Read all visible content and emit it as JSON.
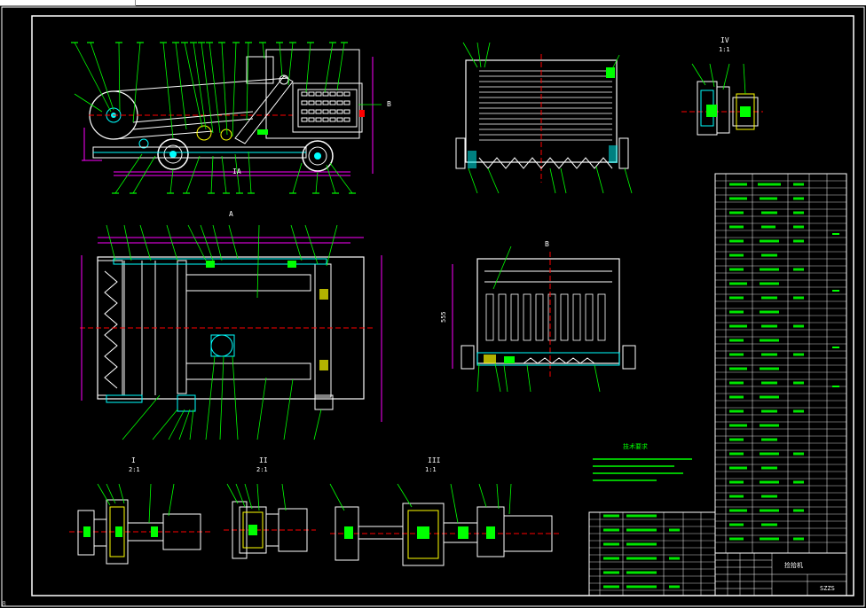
{
  "window": {
    "title": ""
  },
  "drawing": {
    "view_labels": {
      "section_a": "A",
      "section_ia": "IA",
      "section_b": "B",
      "detail_iv": "IV",
      "detail_iv_scale": "1:1",
      "detail_i": "I",
      "detail_i_scale": "2:1",
      "detail_ii": "II",
      "detail_ii_scale": "2:1",
      "detail_iii": "III",
      "detail_iii_scale": "1:1",
      "dim_555": "555"
    },
    "notes_title": "技术要求",
    "title_block": {
      "name": "捡拾机",
      "drawing_no": "SZZS"
    },
    "corner_text": "8"
  },
  "colors": {
    "background": "#000000",
    "frame": "#ffffff",
    "leader": "#00ff00",
    "machine": "#ffffff",
    "part": "#00ffff",
    "accent": "#ffff00",
    "dim": "#ff00ff",
    "highlight": "#ff0000"
  }
}
